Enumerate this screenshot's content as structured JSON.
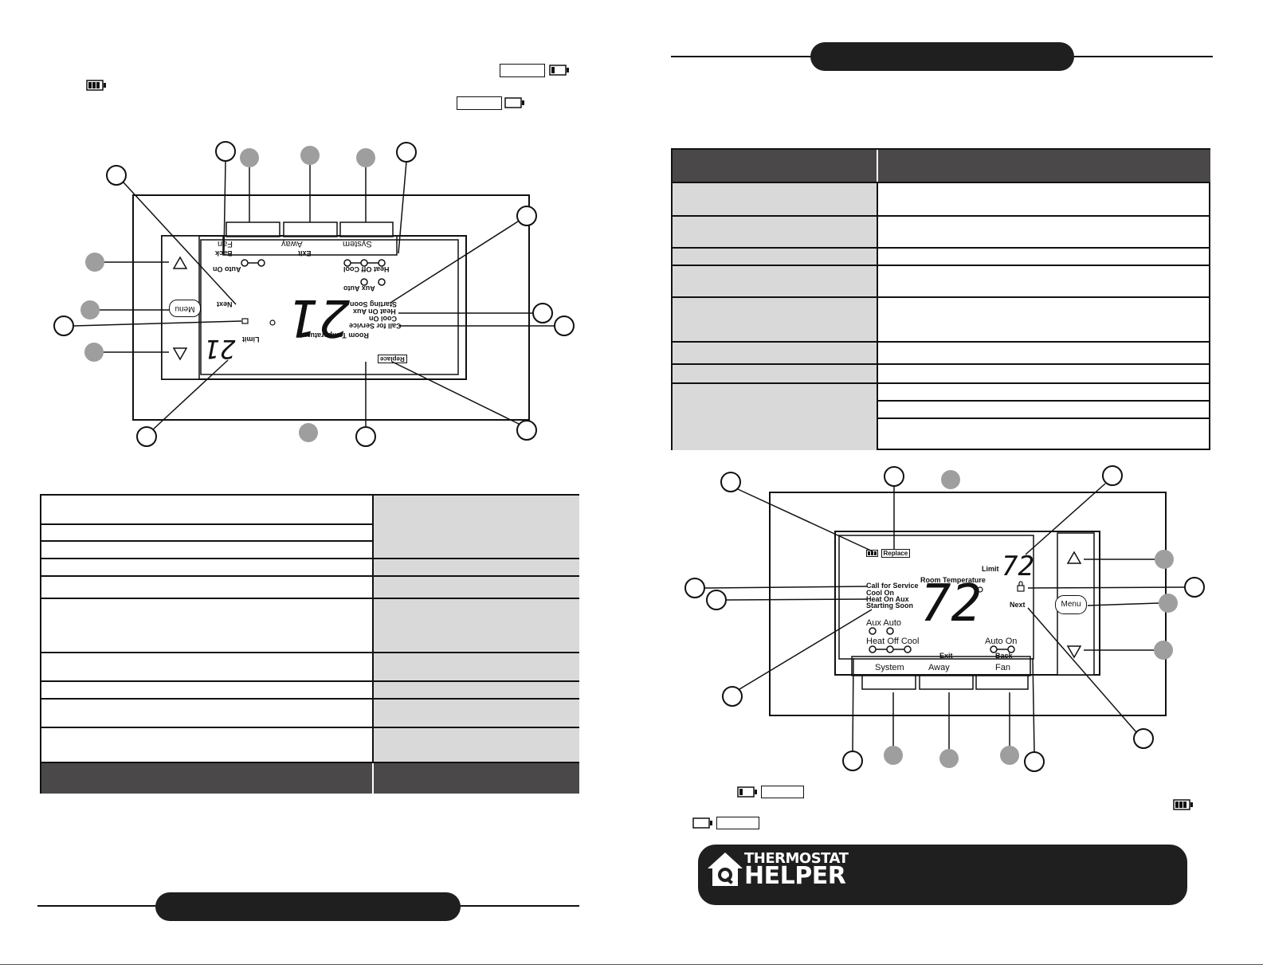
{
  "left_lcd": {
    "keys": [
      "Fan",
      "Away",
      "System"
    ],
    "back": "Back",
    "exit": "Exit",
    "auto": "Auto",
    "on": "On",
    "heat": "Heat",
    "off": "Off",
    "cool": "Cool",
    "aux": "Aux",
    "next": "Next",
    "menu": "Menu",
    "starting_soon": "Starting Soon",
    "heat_on_aux": "Heat On Aux",
    "cool_on": "Cool On",
    "call_for_service": "Call for Service",
    "room_temperature": "Room Temperature",
    "limit": "Limit",
    "replace": "Replace",
    "main_temp": "21",
    "limit_temp": "21"
  },
  "right_lcd": {
    "replace": "Replace",
    "limit": "Limit",
    "limit_temp": "72",
    "room_temperature": "Room Temperature",
    "main_temp": "72",
    "call_for_service": "Call for Service",
    "cool_on": "Cool On",
    "heat_on_aux": "Heat On Aux",
    "starting_soon": "Starting Soon",
    "next": "Next",
    "menu": "Menu",
    "aux": "Aux",
    "auto": "Auto",
    "heat": "Heat",
    "off": "Off",
    "cool": "Cool",
    "auto2": "Auto",
    "on": "On",
    "exit": "Exit",
    "back": "Back",
    "keys": [
      "System",
      "Away",
      "Fan"
    ]
  },
  "logo": {
    "line1": "THERMOSTAT",
    "line2": "HELPER"
  },
  "icons": {
    "up": "up-arrow-icon",
    "down": "down-arrow-icon",
    "lock": "lock-icon",
    "battery": "battery-icon",
    "house": "house-logo-icon"
  },
  "colors": {
    "dark": "#1f1f1f",
    "header_gray": "#4a4849",
    "cell_gray": "#d9d9d9",
    "callout_gray": "#9e9e9e"
  }
}
